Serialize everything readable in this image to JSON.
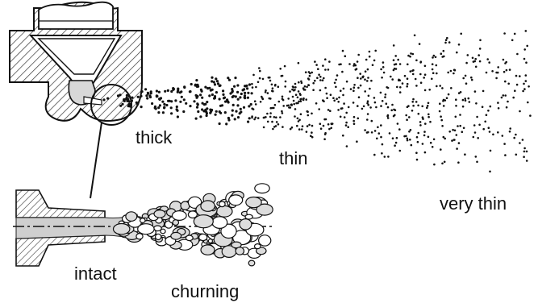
{
  "labels": {
    "thick": "thick",
    "thin": "thin",
    "very_thin": "very thin",
    "intact": "intact",
    "churning": "churning"
  },
  "colors": {
    "ink": "#111111",
    "hatch": "#444444",
    "fuel_fill": "#cfcfcf",
    "droplet_fill": "#dcdcdc",
    "background": "#ffffff"
  }
}
